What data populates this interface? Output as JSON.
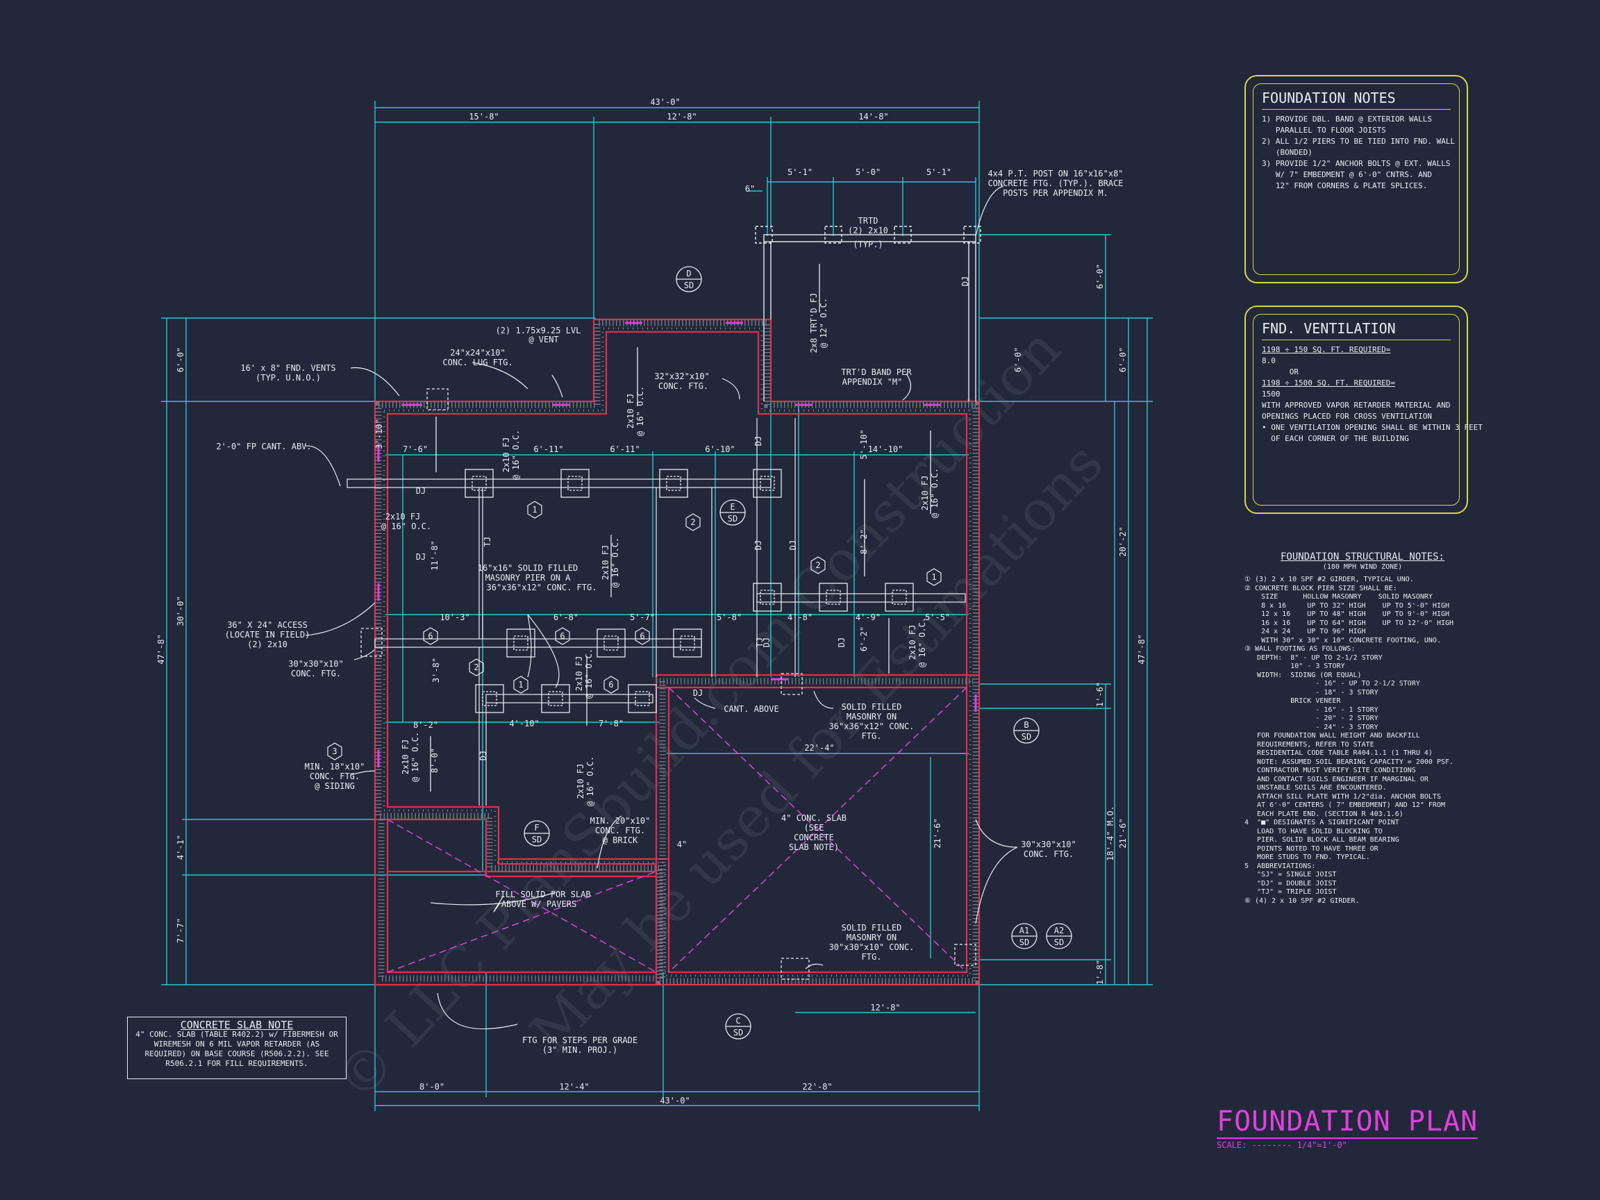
{
  "colors": {
    "background": "#222839",
    "dimension": "#29c4d4",
    "wall": "#e0304a",
    "magenta": "#e040e0",
    "text": "#e8ecf4",
    "note_border": "#d8d84a"
  },
  "watermark": {
    "line1": "© LLC PlanSbuild.com Construction",
    "line2": "May be used for Estimations"
  },
  "title": {
    "main": "FOUNDATION PLAN",
    "scale": "SCALE: -------- 1/4\"=1'-0\""
  },
  "foundation_notes": {
    "heading": "FOUNDATION NOTES",
    "lines": [
      "1) PROVIDE DBL. BAND @ EXTERIOR WALLS",
      "   PARALLEL TO FLOOR JOISTS",
      "2) ALL 1/2 PIERS TO BE TIED INTO FND. WALL",
      "   (BONDED)",
      "3) PROVIDE 1/2\" ANCHOR BOLTS @ EXT. WALLS",
      "   W/ 7\" EMBEDMENT @ 6'-0\" CNTRS. AND",
      "   12\" FROM CORNERS & PLATE SPLICES."
    ]
  },
  "ventilation": {
    "heading": "FND. VENTILATION",
    "lines": [
      "1198 ÷ 150 SQ. FT. REQUIRED=",
      "8.0",
      "      OR",
      "1198 ÷ 1500 SQ. FT. REQUIRED=",
      "1500",
      "WITH APPROVED VAPOR RETARDER MATERIAL AND",
      "OPENINGS PLACED FOR CROSS VENTILATION",
      "",
      "• ONE VENTILATION OPENING SHALL BE WITHIN 3 FEET",
      "  OF EACH CORNER OF THE BUILDING"
    ]
  },
  "structural_notes": {
    "heading": "FOUNDATION STRUCTURAL NOTES:",
    "sub": "(180 MPH WIND ZONE)",
    "lines": [
      "① (3) 2 x 10 SPF #2 GIRDER, TYPICAL UNO.",
      "② CONCRETE BLOCK PIER SIZE SHALL BE:",
      "    SIZE      HOLLOW MASONRY    SOLID MASONRY",
      "    8 x 16     UP TO 32\" HIGH    UP TO 5'-0\" HIGH",
      "    12 x 16    UP TO 48\" HIGH    UP TO 9'-0\" HIGH",
      "    16 x 16    UP TO 64\" HIGH    UP TO 12'-0\" HIGH",
      "    24 x 24    UP TO 96\" HIGH",
      "    WITH 30\" x 30\" x 10\" CONCRETE FOOTING, UNO.",
      "③ WALL FOOTING AS FOLLOWS:",
      "   DEPTH:  8\" - UP TO 2-1/2 STORY",
      "           10\" - 3 STORY",
      "   WIDTH:  SIDING (OR EQUAL)",
      "                 - 16\" - UP TO 2-1/2 STORY",
      "                 - 18\" - 3 STORY",
      "           BRICK VENEER",
      "                 - 16\" - 1 STORY",
      "                 - 20\" - 2 STORY",
      "                 - 24\" - 3 STORY",
      "   FOR FOUNDATION WALL HEIGHT AND BACKFILL",
      "   REQUIREMENTS, REFER TO STATE",
      "   RESIDENTIAL CODE TABLE R404.1.1 (1 THRU 4)",
      "   NOTE: ASSUMED SOIL BEARING CAPACITY = 2000 PSF.",
      "   CONTRACTOR MUST VERIFY SITE CONDITIONS",
      "   AND CONTACT SOILS ENGINEER IF MARGINAL OR",
      "   UNSTABLE SOILS ARE ENCOUNTERED.",
      "",
      "   ATTACH SILL PLATE WITH 1/2\"dia. ANCHOR BOLTS",
      "   AT 6'-0\" CENTERS ( 7\" EMBEDMENT) AND 12\" FROM",
      "   EACH PLATE END. (SECTION R 403.1.6)",
      "",
      "4  \"■\" DESIGNATES A SIGNIFICANT POINT",
      "   LOAD TO HAVE SOLID BLOCKING TO",
      "   PIER. SOLID BLOCK ALL BEAM BEARING",
      "   POINTS NOTED TO HAVE THREE OR",
      "   MORE STUDS TO FND. TYPICAL.",
      "5  ABBREVIATIONS:",
      "   \"SJ\" = SINGLE JOIST",
      "   \"DJ\" = DOUBLE JOIST",
      "   \"TJ\" = TRIPLE JOIST",
      "⑥ (4) 2 x 10 SPF #2 GIRDER."
    ]
  },
  "slab_note": {
    "heading": "CONCRETE SLAB NOTE",
    "lines": [
      "4\" CONC. SLAB (TABLE R402.2) w/ FIBERMESH OR",
      "WIREMESH ON 6 MIL VAPOR RETARDER (AS",
      "REQUIRED) ON BASE COURSE (R506.2.2). SEE",
      "R506.2.1 FOR FILL REQUIREMENTS."
    ]
  },
  "dimensions": {
    "top_overall": "43'-0\"",
    "top_left": "15'-8\"",
    "top_mid": "12'-8\"",
    "top_right": "14'-8\"",
    "porch_1": "5'-1\"",
    "porch_2": "5'-0\"",
    "porch_3": "5'-1\"",
    "porch_6": "6\"",
    "bottom_overall": "43'-0\"",
    "bottom_1": "8'-0\"",
    "bottom_2": "12'-4\"",
    "bottom_3": "22'-8\"",
    "left_overall": "47'-8\"",
    "left_1": "6'-0\"",
    "left_2": "30'-0\"",
    "left_3": "4'-1\"",
    "left_4": "7'-7\"",
    "right_overall": "47'-8\"",
    "right_1": "6'-0\"",
    "right_2": "20'-2\"",
    "right_3": "21'-6\"",
    "right_porch": "6'-0\"",
    "r_1_6": "1'-6\"",
    "r_18_4": "18'-4\" M.O.",
    "r_1_8": "1'-8\"",
    "d_7_6": "7'-6\"",
    "d_6_11a": "6'-11\"",
    "d_6_11b": "6'-11\"",
    "d_6_10": "6'-10\"",
    "d_5_10": "5'-10\"",
    "d_14_10": "14'-10\"",
    "d_10_3": "10'-3\"",
    "d_6_8": "6'-8\"",
    "d_5_7": "5'-7\"",
    "d_5_8": "5'-8\"",
    "d_4_8": "4'-8\"",
    "d_4_9": "4'-9\"",
    "d_5_5": "5'-5\"",
    "d_8_2": "8'-2\"",
    "d_4_10": "4'-10\"",
    "d_7_8": "7'-8\"",
    "d_22_4": "22'-4\"",
    "d_21_6": "21'-6\"",
    "d_12_8": "12'-8\"",
    "d_3_10": "3'-10\"",
    "d_11_8": "11'-8\"",
    "d_3_8": "3'-8\"",
    "d_8_0": "8'-0\"",
    "d_8_2v": "8'-2\"",
    "d_6_2": "6'-2\"",
    "d_4": "4\""
  },
  "callouts": {
    "post": [
      "4x4 P.T. POST ON 16\"x16\"x8\"",
      "CONCRETE FTG. (TYP.). BRACE",
      "POSTS PER APPENDIX M."
    ],
    "trtd": [
      "TRTD",
      "(2) 2x10",
      "(TYP.)"
    ],
    "lvl": [
      "(2) 1.75x9.25 LVL",
      "@ VENT"
    ],
    "lug": [
      "24\"x24\"x10\"",
      "CONC. LUG FTG."
    ],
    "vents": [
      "16' x 8\" FND. VENTS",
      "(TYP. U.N.O.)"
    ],
    "ftg32": [
      "32\"x32\"x10\"",
      "CONC. FTG."
    ],
    "band": [
      "TRT'D BAND PER",
      "APPENDIX \"M\""
    ],
    "fp": [
      "2'-0\" FP CANT. ABV."
    ],
    "pier": [
      "16\"x16\" SOLID FILLED",
      "MASONRY PIER ON A",
      "36\"x36\"x12\" CONC. FTG."
    ],
    "access": [
      "36\" X 24\" ACCESS",
      "(LOCATE IN FIELD)",
      "(2) 2x10"
    ],
    "ftg30": [
      "30\"x30\"x10\"",
      "CONC. FTG."
    ],
    "min18": [
      "MIN. 18\"x10\"",
      "CONC. FTG.",
      "@ SIDING"
    ],
    "cant": [
      "CANT. ABOVE"
    ],
    "solid36": [
      "SOLID FILLED",
      "MASONRY ON",
      "36\"x36\"x12\" CONC.",
      "FTG."
    ],
    "min20": [
      "MIN. 20\"x10\"",
      "CONC. FTG.",
      "@ BRICK"
    ],
    "slab": [
      "4\" CONC. SLAB",
      "(SEE",
      "CONCRETE",
      "SLAB NOTE)"
    ],
    "fill": [
      "FILL SOLID FOR SLAB",
      "ABOVE W/ PAVERS"
    ],
    "ftg30r": [
      "30\"x30\"x10\"",
      "CONC. FTG."
    ],
    "solid30": [
      "SOLID FILLED",
      "MASONRY ON",
      "30\"x30\"x10\" CONC.",
      "FTG."
    ],
    "steps": [
      "FTG FOR STEPS PER GRADE",
      "(3\" MIN. PROJ.)"
    ],
    "joists": [
      "2x10 FJ",
      "@ 16\" O.C."
    ],
    "trtdfj": [
      "2x8 TRT'D FJ",
      "@ 12\" O.C."
    ],
    "dj": "DJ",
    "tj": "TJ"
  },
  "sections": {
    "a": "D",
    "b": "E",
    "c": "F",
    "d": "B",
    "e": "C",
    "f": "A1",
    "g": "A2",
    "sd": "SD"
  },
  "tags": {
    "one": "1",
    "two": "2",
    "three": "3",
    "six": "6"
  }
}
